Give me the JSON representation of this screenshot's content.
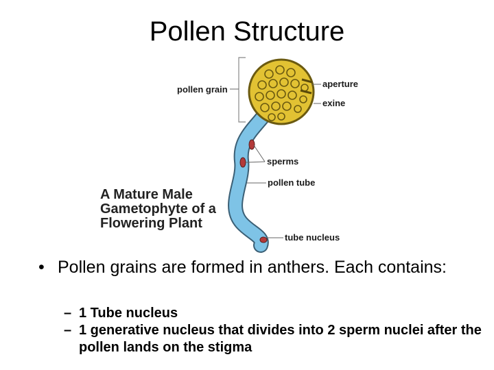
{
  "title": "Pollen Structure",
  "diagram": {
    "labels": {
      "pollen_grain": "pollen grain",
      "aperture": "aperture",
      "exine": "exine",
      "sperms": "sperms",
      "pollen_tube": "pollen tube",
      "tube_nucleus": "tube nucleus"
    },
    "caption": [
      "A Mature Male",
      "Gametophyte of a",
      "Flowering Plant"
    ],
    "colors": {
      "grain": "#e2c233",
      "tube": "#7ec3e6",
      "nucleus": "#b33a3a"
    }
  },
  "bullets": {
    "main": "Pollen grains are formed in anthers. Each contains:",
    "sub": [
      "1 Tube nucleus",
      "1 generative nucleus that divides into 2 sperm nuclei after the pollen lands on the stigma"
    ]
  }
}
